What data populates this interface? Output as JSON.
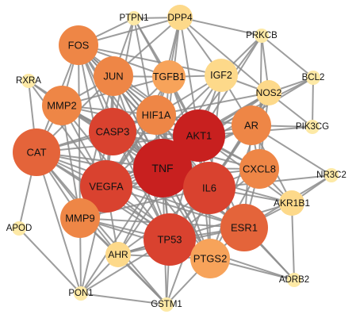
{
  "network": {
    "edge_color": "#8c8c8c",
    "color_scale": {
      "1": "#fde9a6",
      "2": "#fdd98a",
      "3": "#f7a35a",
      "4": "#ee8646",
      "5": "#e4643a",
      "6": "#d9422f",
      "7": "#c8201f"
    },
    "nodes": [
      {
        "id": "PTPN1",
        "label": "PTPN1",
        "tier": 1,
        "size": 1
      },
      {
        "id": "DPP4",
        "label": "DPP4",
        "tier": 2,
        "size": 2
      },
      {
        "id": "PRKCB",
        "label": "PRKCB",
        "tier": 1,
        "size": 1
      },
      {
        "id": "FOS",
        "label": "FOS",
        "tier": 4,
        "size": 4
      },
      {
        "id": "JUN",
        "label": "JUN",
        "tier": 4,
        "size": 4
      },
      {
        "id": "TGFB1",
        "label": "TGFB1",
        "tier": 3,
        "size": 3
      },
      {
        "id": "IGF2",
        "label": "IGF2",
        "tier": 2,
        "size": 3
      },
      {
        "id": "RXRA",
        "label": "RXRA",
        "tier": 1,
        "size": 1
      },
      {
        "id": "BCL2",
        "label": "BCL2",
        "tier": 1,
        "size": 1
      },
      {
        "id": "NOS2",
        "label": "NOS2",
        "tier": 2,
        "size": 2
      },
      {
        "id": "MMP2",
        "label": "MMP2",
        "tier": 4,
        "size": 4
      },
      {
        "id": "HIF1A",
        "label": "HIF1A",
        "tier": 4,
        "size": 4
      },
      {
        "id": "AR",
        "label": "AR",
        "tier": 4,
        "size": 4
      },
      {
        "id": "PIK3CG",
        "label": "PIK3CG",
        "tier": 1,
        "size": 1
      },
      {
        "id": "CASP3",
        "label": "CASP3",
        "tier": 6,
        "size": 5
      },
      {
        "id": "AKT1",
        "label": "AKT1",
        "tier": 7,
        "size": 6
      },
      {
        "id": "CAT",
        "label": "CAT",
        "tier": 5,
        "size": 5
      },
      {
        "id": "CXCL8",
        "label": "CXCL8",
        "tier": 4,
        "size": 4
      },
      {
        "id": "NR3C2",
        "label": "NR3C2",
        "tier": 1,
        "size": 1
      },
      {
        "id": "TNF",
        "label": "TNF",
        "tier": 7,
        "size": 7
      },
      {
        "id": "VEGFA",
        "label": "VEGFA",
        "tier": 6,
        "size": 6
      },
      {
        "id": "IL6",
        "label": "IL6",
        "tier": 6,
        "size": 6
      },
      {
        "id": "AKR1B1",
        "label": "AKR1B1",
        "tier": 2,
        "size": 2
      },
      {
        "id": "APOD",
        "label": "APOD",
        "tier": 1,
        "size": 1
      },
      {
        "id": "MMP9",
        "label": "MMP9",
        "tier": 4,
        "size": 4
      },
      {
        "id": "ESR1",
        "label": "ESR1",
        "tier": 5,
        "size": 5
      },
      {
        "id": "AHR",
        "label": "AHR",
        "tier": 2,
        "size": 2
      },
      {
        "id": "TP53",
        "label": "TP53",
        "tier": 6,
        "size": 6
      },
      {
        "id": "PTGS2",
        "label": "PTGS2",
        "tier": 3,
        "size": 4
      },
      {
        "id": "ADRB2",
        "label": "ADRB2",
        "tier": 1,
        "size": 1
      },
      {
        "id": "PON1",
        "label": "PON1",
        "tier": 1,
        "size": 1
      },
      {
        "id": "GSTM1",
        "label": "GSTM1",
        "tier": 1,
        "size": 1
      }
    ],
    "edges": [
      [
        "TNF",
        "AKT1"
      ],
      [
        "TNF",
        "IL6"
      ],
      [
        "TNF",
        "VEGFA"
      ],
      [
        "TNF",
        "TP53"
      ],
      [
        "TNF",
        "CASP3"
      ],
      [
        "TNF",
        "HIF1A"
      ],
      [
        "TNF",
        "JUN"
      ],
      [
        "TNF",
        "FOS"
      ],
      [
        "TNF",
        "MMP9"
      ],
      [
        "TNF",
        "MMP2"
      ],
      [
        "TNF",
        "CAT"
      ],
      [
        "TNF",
        "ESR1"
      ],
      [
        "TNF",
        "PTGS2"
      ],
      [
        "TNF",
        "CXCL8"
      ],
      [
        "TNF",
        "AR"
      ],
      [
        "TNF",
        "NOS2"
      ],
      [
        "TNF",
        "IGF2"
      ],
      [
        "TNF",
        "TGFB1"
      ],
      [
        "TNF",
        "AHR"
      ],
      [
        "TNF",
        "DPP4"
      ],
      [
        "TNF",
        "PTPN1"
      ],
      [
        "TNF",
        "GSTM1"
      ],
      [
        "TNF",
        "PON1"
      ],
      [
        "TNF",
        "AKR1B1"
      ],
      [
        "TNF",
        "BCL2"
      ],
      [
        "TNF",
        "PRKCB"
      ],
      [
        "TNF",
        "RXRA"
      ],
      [
        "AKT1",
        "IL6"
      ],
      [
        "AKT1",
        "VEGFA"
      ],
      [
        "AKT1",
        "TP53"
      ],
      [
        "AKT1",
        "CASP3"
      ],
      [
        "AKT1",
        "HIF1A"
      ],
      [
        "AKT1",
        "JUN"
      ],
      [
        "AKT1",
        "FOS"
      ],
      [
        "AKT1",
        "MMP9"
      ],
      [
        "AKT1",
        "MMP2"
      ],
      [
        "AKT1",
        "CAT"
      ],
      [
        "AKT1",
        "ESR1"
      ],
      [
        "AKT1",
        "PTGS2"
      ],
      [
        "AKT1",
        "CXCL8"
      ],
      [
        "AKT1",
        "AR"
      ],
      [
        "AKT1",
        "NOS2"
      ],
      [
        "AKT1",
        "IGF2"
      ],
      [
        "AKT1",
        "TGFB1"
      ],
      [
        "AKT1",
        "DPP4"
      ],
      [
        "AKT1",
        "PTPN1"
      ],
      [
        "AKT1",
        "PRKCB"
      ],
      [
        "AKT1",
        "BCL2"
      ],
      [
        "AKT1",
        "PIK3CG"
      ],
      [
        "AKT1",
        "AHR"
      ],
      [
        "AKT1",
        "AKR1B1"
      ],
      [
        "IL6",
        "VEGFA"
      ],
      [
        "IL6",
        "TP53"
      ],
      [
        "IL6",
        "CASP3"
      ],
      [
        "IL6",
        "HIF1A"
      ],
      [
        "IL6",
        "JUN"
      ],
      [
        "IL6",
        "FOS"
      ],
      [
        "IL6",
        "MMP9"
      ],
      [
        "IL6",
        "MMP2"
      ],
      [
        "IL6",
        "CAT"
      ],
      [
        "IL6",
        "ESR1"
      ],
      [
        "IL6",
        "PTGS2"
      ],
      [
        "IL6",
        "CXCL8"
      ],
      [
        "IL6",
        "AR"
      ],
      [
        "IL6",
        "NOS2"
      ],
      [
        "IL6",
        "IGF2"
      ],
      [
        "IL6",
        "TGFB1"
      ],
      [
        "IL6",
        "AHR"
      ],
      [
        "IL6",
        "AKR1B1"
      ],
      [
        "IL6",
        "NR3C2"
      ],
      [
        "IL6",
        "ADRB2"
      ],
      [
        "IL6",
        "GSTM1"
      ],
      [
        "VEGFA",
        "TP53"
      ],
      [
        "VEGFA",
        "CASP3"
      ],
      [
        "VEGFA",
        "HIF1A"
      ],
      [
        "VEGFA",
        "JUN"
      ],
      [
        "VEGFA",
        "FOS"
      ],
      [
        "VEGFA",
        "MMP9"
      ],
      [
        "VEGFA",
        "MMP2"
      ],
      [
        "VEGFA",
        "CAT"
      ],
      [
        "VEGFA",
        "ESR1"
      ],
      [
        "VEGFA",
        "PTGS2"
      ],
      [
        "VEGFA",
        "CXCL8"
      ],
      [
        "VEGFA",
        "AR"
      ],
      [
        "VEGFA",
        "NOS2"
      ],
      [
        "VEGFA",
        "IGF2"
      ],
      [
        "VEGFA",
        "TGFB1"
      ],
      [
        "VEGFA",
        "AHR"
      ],
      [
        "VEGFA",
        "RXRA"
      ],
      [
        "VEGFA",
        "PON1"
      ],
      [
        "TP53",
        "CASP3"
      ],
      [
        "TP53",
        "HIF1A"
      ],
      [
        "TP53",
        "JUN"
      ],
      [
        "TP53",
        "FOS"
      ],
      [
        "TP53",
        "MMP9"
      ],
      [
        "TP53",
        "MMP2"
      ],
      [
        "TP53",
        "CAT"
      ],
      [
        "TP53",
        "ESR1"
      ],
      [
        "TP53",
        "PTGS2"
      ],
      [
        "TP53",
        "CXCL8"
      ],
      [
        "TP53",
        "AR"
      ],
      [
        "TP53",
        "AHR"
      ],
      [
        "TP53",
        "GSTM1"
      ],
      [
        "TP53",
        "PON1"
      ],
      [
        "TP53",
        "ADRB2"
      ],
      [
        "CASP3",
        "HIF1A"
      ],
      [
        "CASP3",
        "JUN"
      ],
      [
        "CASP3",
        "FOS"
      ],
      [
        "CASP3",
        "MMP9"
      ],
      [
        "CASP3",
        "MMP2"
      ],
      [
        "CASP3",
        "CAT"
      ],
      [
        "CASP3",
        "ESR1"
      ],
      [
        "CASP3",
        "PTGS2"
      ],
      [
        "CASP3",
        "CXCL8"
      ],
      [
        "CASP3",
        "TGFB1"
      ],
      [
        "CASP3",
        "PTPN1"
      ],
      [
        "HIF1A",
        "JUN"
      ],
      [
        "HIF1A",
        "FOS"
      ],
      [
        "HIF1A",
        "MMP9"
      ],
      [
        "HIF1A",
        "MMP2"
      ],
      [
        "HIF1A",
        "CAT"
      ],
      [
        "HIF1A",
        "ESR1"
      ],
      [
        "HIF1A",
        "PTGS2"
      ],
      [
        "HIF1A",
        "CXCL8"
      ],
      [
        "HIF1A",
        "AR"
      ],
      [
        "HIF1A",
        "NOS2"
      ],
      [
        "HIF1A",
        "IGF2"
      ],
      [
        "HIF1A",
        "TGFB1"
      ],
      [
        "HIF1A",
        "DPP4"
      ],
      [
        "JUN",
        "FOS"
      ],
      [
        "JUN",
        "MMP9"
      ],
      [
        "JUN",
        "MMP2"
      ],
      [
        "JUN",
        "CAT"
      ],
      [
        "JUN",
        "ESR1"
      ],
      [
        "JUN",
        "PTGS2"
      ],
      [
        "JUN",
        "TGFB1"
      ],
      [
        "JUN",
        "PTPN1"
      ],
      [
        "JUN",
        "DPP4"
      ],
      [
        "FOS",
        "MMP9"
      ],
      [
        "FOS",
        "MMP2"
      ],
      [
        "FOS",
        "CAT"
      ],
      [
        "FOS",
        "ESR1"
      ],
      [
        "FOS",
        "PTGS2"
      ],
      [
        "FOS",
        "TGFB1"
      ],
      [
        "FOS",
        "PTPN1"
      ],
      [
        "FOS",
        "DPP4"
      ],
      [
        "FOS",
        "IGF2"
      ],
      [
        "MMP9",
        "MMP2"
      ],
      [
        "MMP9",
        "CAT"
      ],
      [
        "MMP9",
        "ESR1"
      ],
      [
        "MMP9",
        "PTGS2"
      ],
      [
        "MMP9",
        "AHR"
      ],
      [
        "MMP9",
        "PON1"
      ],
      [
        "MMP9",
        "GSTM1"
      ],
      [
        "MMP2",
        "CAT"
      ],
      [
        "MMP2",
        "ESR1"
      ],
      [
        "MMP2",
        "RXRA"
      ],
      [
        "MMP2",
        "TGFB1"
      ],
      [
        "CAT",
        "ESR1"
      ],
      [
        "CAT",
        "PTGS2"
      ],
      [
        "CAT",
        "AHR"
      ],
      [
        "CAT",
        "APOD"
      ],
      [
        "CAT",
        "PON1"
      ],
      [
        "CAT",
        "GSTM1"
      ],
      [
        "CAT",
        "RXRA"
      ],
      [
        "ESR1",
        "PTGS2"
      ],
      [
        "ESR1",
        "AR"
      ],
      [
        "ESR1",
        "CXCL8"
      ],
      [
        "ESR1",
        "AKR1B1"
      ],
      [
        "ESR1",
        "ADRB2"
      ],
      [
        "ESR1",
        "NR3C2"
      ],
      [
        "ESR1",
        "AHR"
      ],
      [
        "PTGS2",
        "CXCL8"
      ],
      [
        "PTGS2",
        "AHR"
      ],
      [
        "PTGS2",
        "ADRB2"
      ],
      [
        "PTGS2",
        "NOS2"
      ],
      [
        "PTGS2",
        "GSTM1"
      ],
      [
        "CXCL8",
        "AR"
      ],
      [
        "CXCL8",
        "NOS2"
      ],
      [
        "CXCL8",
        "PRKCB"
      ],
      [
        "CXCL8",
        "AKR1B1"
      ],
      [
        "AR",
        "NOS2"
      ],
      [
        "AR",
        "IGF2"
      ],
      [
        "AR",
        "NR3C2"
      ],
      [
        "AR",
        "PIK3CG"
      ],
      [
        "AR",
        "AKR1B1"
      ],
      [
        "NOS2",
        "IGF2"
      ],
      [
        "NOS2",
        "BCL2"
      ],
      [
        "NOS2",
        "PRKCB"
      ],
      [
        "NOS2",
        "DPP4"
      ],
      [
        "NOS2",
        "PIK3CG"
      ],
      [
        "IGF2",
        "TGFB1"
      ],
      [
        "IGF2",
        "DPP4"
      ],
      [
        "IGF2",
        "PRKCB"
      ],
      [
        "TGFB1",
        "DPP4"
      ],
      [
        "TGFB1",
        "PTPN1"
      ],
      [
        "DPP4",
        "PTPN1"
      ],
      [
        "DPP4",
        "PRKCB"
      ],
      [
        "PRKCB",
        "BCL2"
      ],
      [
        "BCL2",
        "PIK3CG"
      ],
      [
        "AKR1B1",
        "NR3C2"
      ],
      [
        "AKR1B1",
        "ADRB2"
      ],
      [
        "AKR1B1",
        "AHR"
      ],
      [
        "AHR",
        "PON1"
      ],
      [
        "AHR",
        "GSTM1"
      ],
      [
        "PON1",
        "GSTM1"
      ],
      [
        "PON1",
        "APOD"
      ]
    ]
  }
}
